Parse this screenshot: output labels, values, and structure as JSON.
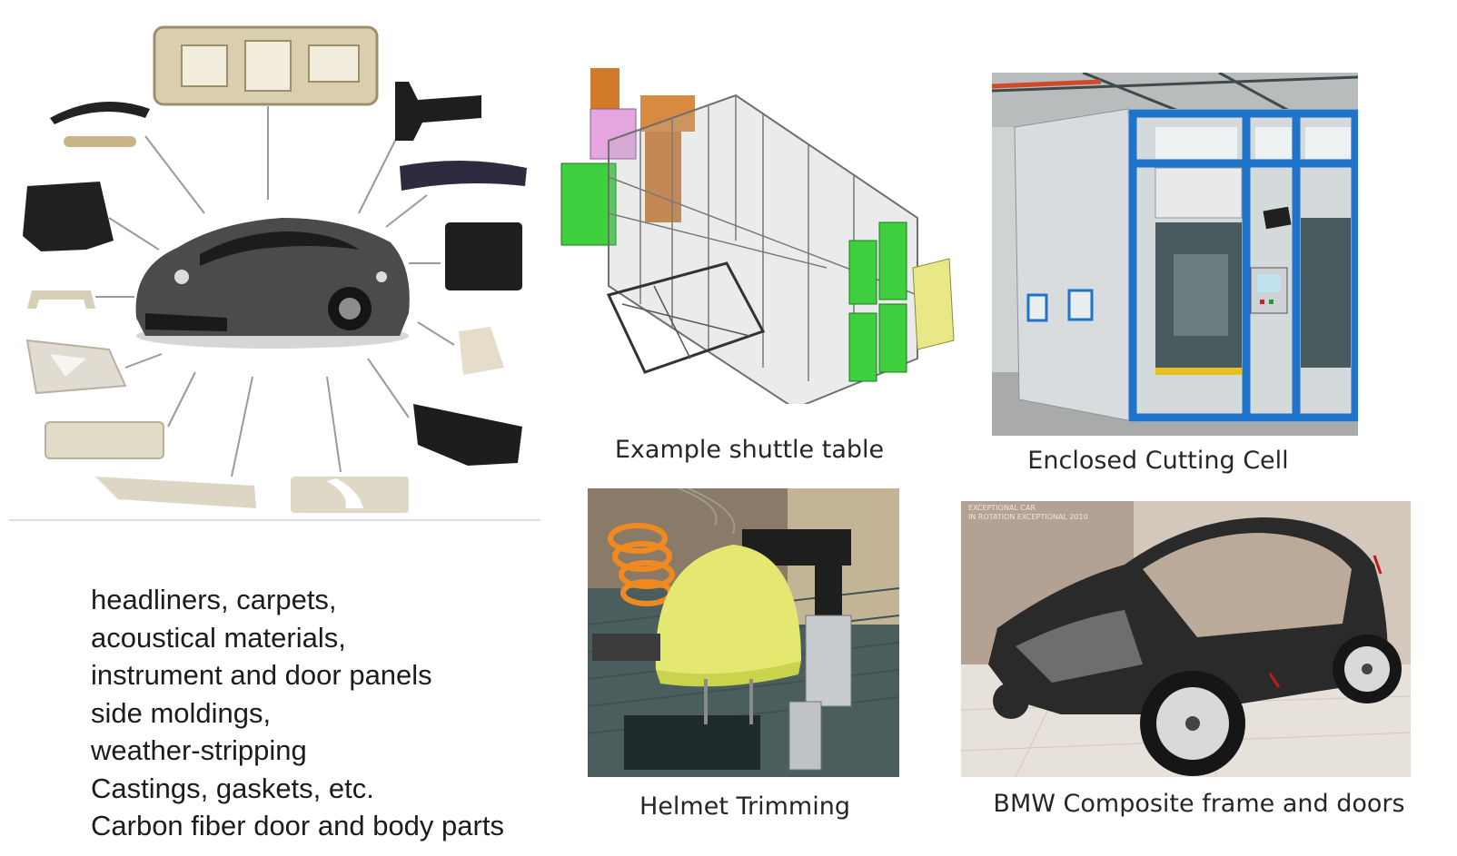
{
  "captions": {
    "shuttle_table": "Example shuttle table",
    "cutting_cell": "Enclosed Cutting Cell",
    "helmet": "Helmet Trimming",
    "bmw": "BMW Composite frame and doors"
  },
  "applications": [
    "headliners, carpets,",
    "acoustical materials,",
    "instrument and door panels",
    "side moldings,",
    "weather-stripping",
    "Castings, gaskets, etc.",
    "Carbon fiber door and body parts"
  ],
  "photo_watermark": {
    "line1": "EXCEPTIONAL CAR",
    "line2": "IN ROTATION  EXCEPTIONAL  2010"
  },
  "colors": {
    "cell_frame_blue": "#1f74c9",
    "cell_panel": "#d8dcdf",
    "guard_green": "#3fcf3f",
    "robot_orange": "#d07a2a",
    "helmet_yellow": "#e4e870",
    "hose_orange": "#f08a20",
    "carbon": "#2a2a2a"
  }
}
